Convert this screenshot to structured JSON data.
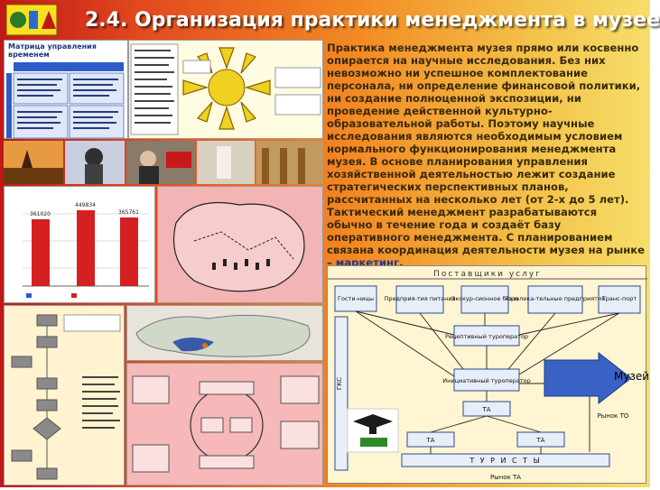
{
  "slide": {
    "title": "2.4. Организация практики менеджмента в музее",
    "paragraph_main": "Практика менеджмента музея прямо или косвенно опирается на научные исследования. Без них невозможно ни успешное комплектование персонала, ни определение финансовой политики, ни создание полноценной экспозиции, ни проведение действенной культурно-образовательной работы. Поэтому научные исследования являются необходимым условием нормального функционирования менеджмента музея. В основе планирования управления хозяйственной деятельностью лежит создание стратегических перспективных планов, рассчитанных на несколько лет (от 2-х до 5 лет). Тактический менеджмент разрабатываются обычно в течение года и создаёт базу оперативного менеджмента. С планированием связана координация деятельности музея на рынке – ",
    "paragraph_link": "маркетинг",
    "paragraph_end": "."
  },
  "matrix": {
    "title": "Матрица управления временем"
  },
  "bar_chart": {
    "values_top": [
      "361020",
      "449834",
      "365761"
    ]
  },
  "flow_diagram": {
    "header": "Поставщики услуг",
    "boxes": [
      "Гости-ницы",
      "Предприя-тия питания",
      "Экскур-сионное бюро",
      "Развлека-тельные предприятия",
      "Транс-порт"
    ],
    "gks": "ГКС",
    "receptive": "Рецептивный туроператор",
    "initiative": "Инициативный туроператор",
    "ta": "ТА",
    "ta_left": "ТА",
    "ta_right": "ТА",
    "market_to": "Рынок ТО",
    "tourists": "Т У Р И С Т Ы",
    "market_ta": "Рынок ТА",
    "museum": "Музей"
  },
  "colors": {
    "accent_blue": "#2c5cc8",
    "diagram_bg": "#fff5d2",
    "bar_red": "#d42020"
  }
}
